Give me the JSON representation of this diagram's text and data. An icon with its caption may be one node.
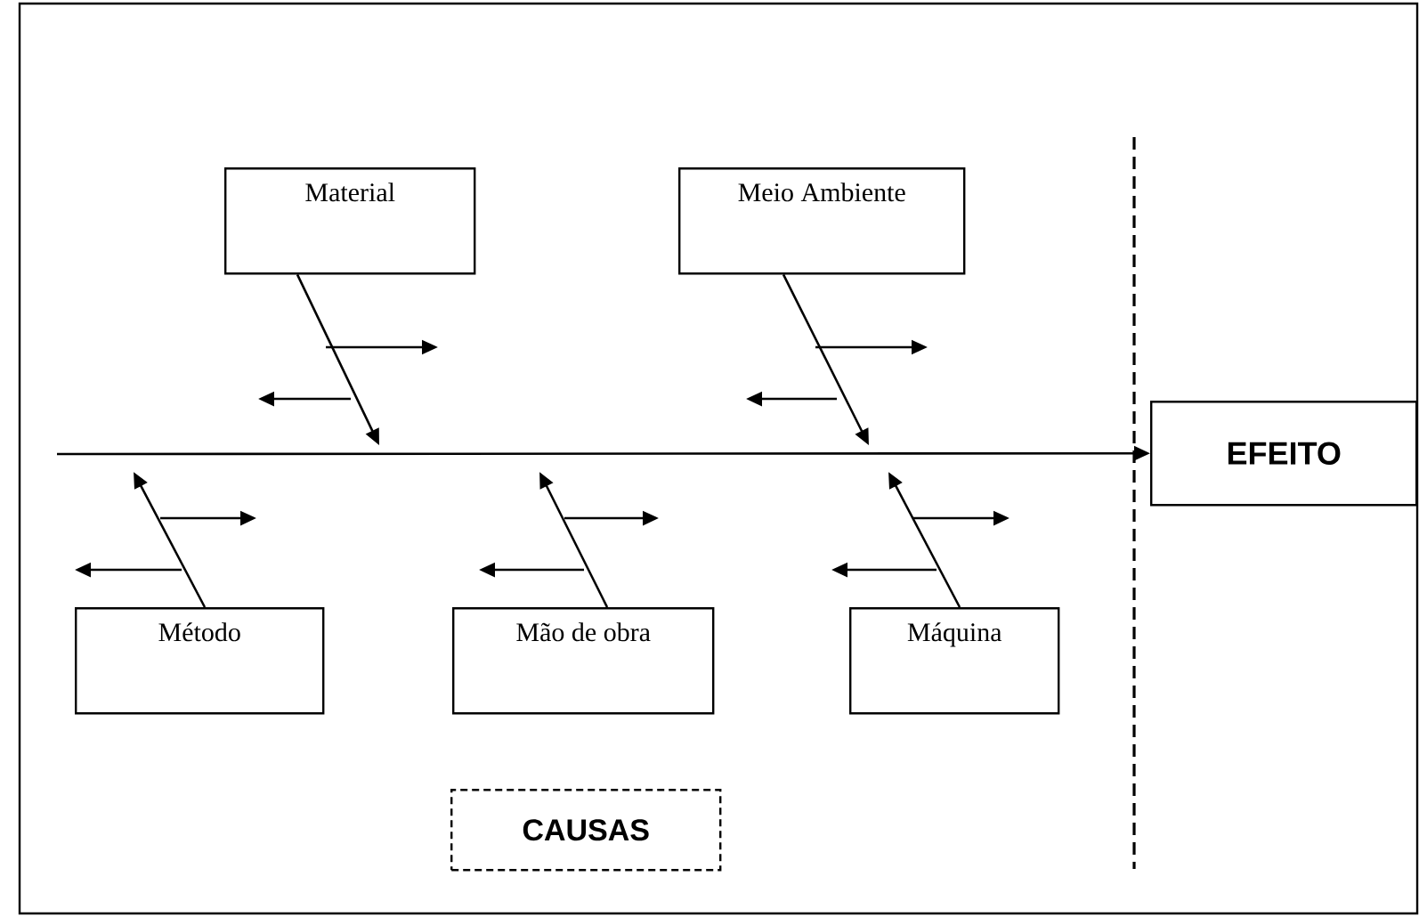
{
  "diagram": {
    "nodes": [
      {
        "text": [
          "Material"
        ]
      },
      {
        "text": [
          "Meio Ambiente"
        ]
      },
      {
        "text": [
          "Método"
        ]
      },
      {
        "text": [
          "Mão de obra"
        ]
      },
      {
        "text": [
          "Máquina"
        ]
      },
      {
        "text": [
          "EFEITO"
        ]
      },
      {
        "text": [
          "CAUSAS"
        ]
      }
    ],
    "edges": [
      {
        "from": 0,
        "to": null,
        "arrow": "to"
      },
      {
        "from": 1,
        "to": null,
        "arrow": "to"
      },
      {
        "from": 2,
        "to": null,
        "arrow": "to"
      },
      {
        "from": 3,
        "to": null,
        "arrow": "to"
      },
      {
        "from": 4,
        "to": null,
        "arrow": "to"
      },
      {
        "from": null,
        "to": 5,
        "arrow": "to"
      }
    ]
  }
}
